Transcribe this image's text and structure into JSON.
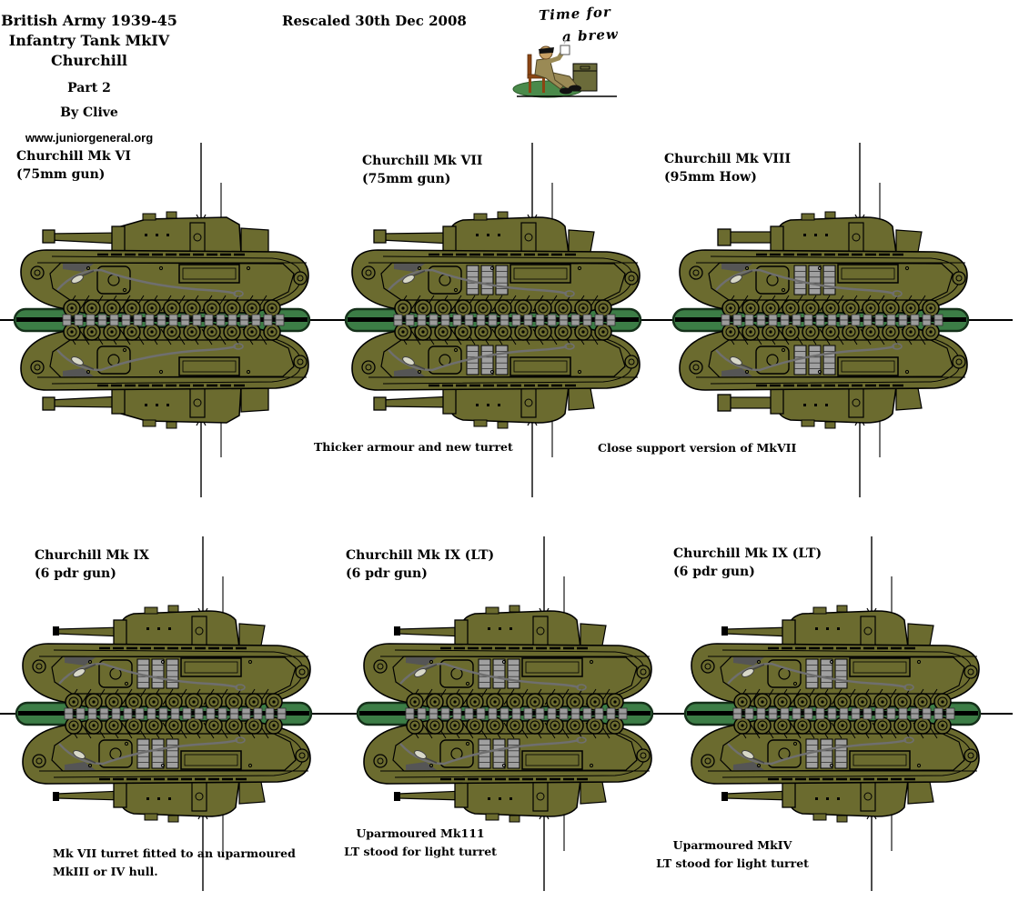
{
  "header": {
    "title_line1": "British Army 1939-45",
    "title_line2": "Infantry Tank MkIV",
    "title_line3": "Churchill",
    "part": "Part 2",
    "author": "By Clive",
    "website": "www.juniorgeneral.org",
    "rescaled": "Rescaled 30th Dec 2008"
  },
  "brew": {
    "line1": "Time for",
    "line2": "a brew"
  },
  "colors": {
    "hull_olive": "#6b6b2f",
    "outline": "#000000",
    "base_green": "#3c7d46",
    "base_border": "#15301a",
    "base_stripe": "#000000",
    "track_link_gray": "#9b9b9b",
    "cable_gray": "#6f6f6f",
    "louvre_gray": "#a0a0a0"
  },
  "tanks": [
    {
      "name_line1": "Churchill Mk VI",
      "name_line2": "(75mm gun)",
      "gun": "75mm",
      "turret": "boxy"
    },
    {
      "name_line1": "Churchill Mk VII",
      "name_line2": "(75mm gun)",
      "gun": "75mm",
      "turret": "round",
      "caption_line1": "Thicker armour and new turret"
    },
    {
      "name_line1": "Churchill Mk VIII",
      "name_line2": "(95mm How)",
      "gun": "95mm",
      "turret": "round",
      "caption_line1": "Close support version of MkVII"
    },
    {
      "name_line1": "Churchill Mk IX",
      "name_line2": "(6 pdr gun)",
      "gun": "6pdr",
      "turret": "round",
      "caption_line1": "Mk VII turret fitted to an uparmoured",
      "caption_line2": "MkIII or IV hull."
    },
    {
      "name_line1": "Churchill Mk IX (LT)",
      "name_line2": "(6 pdr gun)",
      "gun": "6pdr",
      "turret": "round",
      "caption_line1": "Uparmoured Mk111",
      "caption_line2": "LT stood for light turret"
    },
    {
      "name_line1": "Churchill Mk IX (LT)",
      "name_line2": "(6 pdr gun)",
      "gun": "6pdr",
      "turret": "round",
      "caption_line1": "Uparmoured MkIV",
      "caption_line2": "LT stood for light turret"
    }
  ]
}
